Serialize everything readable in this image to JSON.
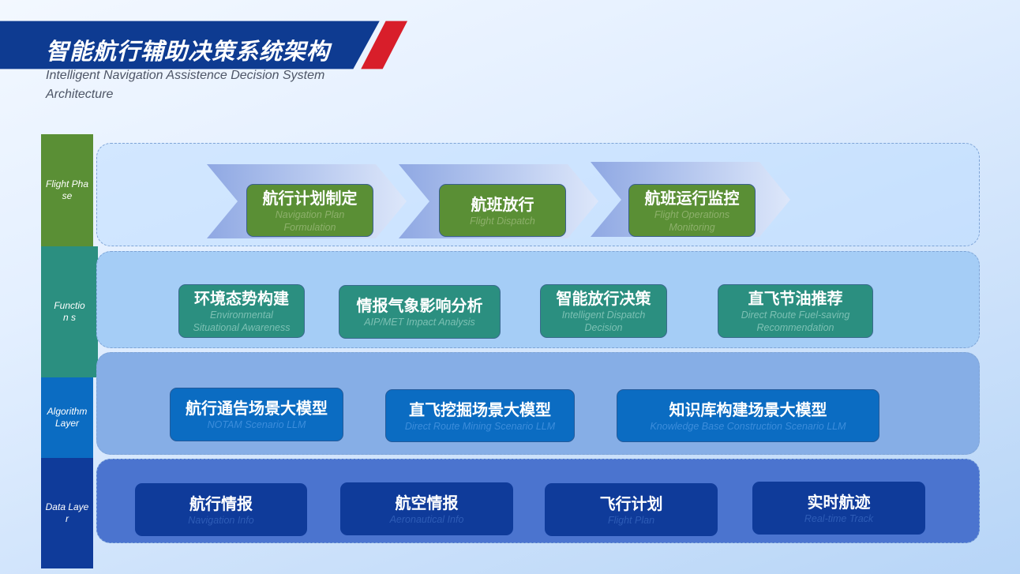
{
  "title": {
    "main": "智能航行辅助决策系统架构",
    "subtitle": "Intelligent Navigation Assistence Decision System Architecture"
  },
  "colors": {
    "title_banner": "#0e3b91",
    "accent": "#d81e2a",
    "flight_phase": "#5a8f35",
    "functions": "#2b8f80",
    "algorithm": "#0b6cc2",
    "data": "#0f3b9a"
  },
  "layers": [
    {
      "label": "Flight Phase"
    },
    {
      "label": "Function s"
    },
    {
      "label": "Algorithm Layer"
    },
    {
      "label": "Data Layer"
    }
  ],
  "flight_phase": [
    {
      "zh": "航行计划制定",
      "en": "Navigation Plan Formulation"
    },
    {
      "zh": "航班放行",
      "en": "Flight Dispatch"
    },
    {
      "zh": "航班运行监控",
      "en": "Flight Operations Monitoring"
    }
  ],
  "functions": [
    {
      "zh": "环境态势构建",
      "en": "Environmental Situational Awareness"
    },
    {
      "zh": "情报气象影响分析",
      "en": "AIP/MET Impact Analysis"
    },
    {
      "zh": "智能放行决策",
      "en": "Intelligent Dispatch Decision"
    },
    {
      "zh": "直飞节油推荐",
      "en": "Direct Route Fuel-saving Recommendation"
    }
  ],
  "algorithm": [
    {
      "zh": "航行通告场景大模型",
      "en": "NOTAM Scenario LLM"
    },
    {
      "zh": "直飞挖掘场景大模型",
      "en": "Direct Route Mining Scenario LLM"
    },
    {
      "zh": "知识库构建场景大模型",
      "en": "Knowledge Base Construction Scenario LLM"
    }
  ],
  "data_layer": [
    {
      "zh": "航行情报",
      "en": "Navigation Info"
    },
    {
      "zh": "航空情报",
      "en": "Aeronautical Info"
    },
    {
      "zh": "飞行计划",
      "en": "Flight Plan"
    },
    {
      "zh": "实时航迹",
      "en": "Real-time Track"
    }
  ]
}
